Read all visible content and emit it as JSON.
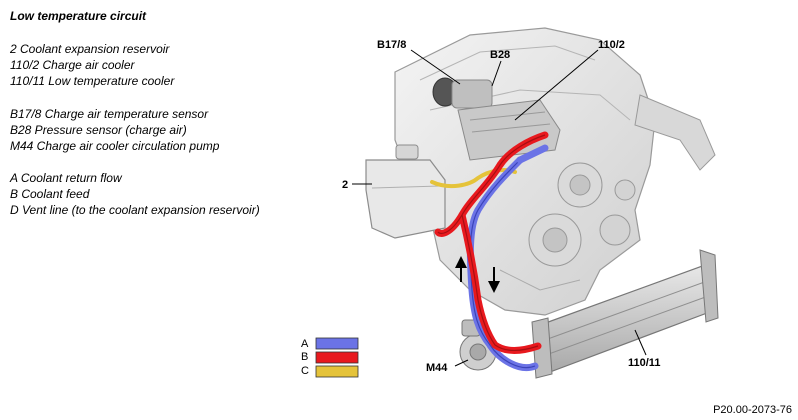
{
  "title": "Low temperature circuit",
  "components": [
    "2 Coolant expansion reservoir",
    "110/2 Charge air cooler",
    "110/11 Low temperature cooler"
  ],
  "sensors": [
    "B17/8 Charge air temperature sensor",
    "B28 Pressure sensor (charge air)",
    "M44 Charge air cooler circulation pump"
  ],
  "lines": [
    "A Coolant return flow",
    "B Coolant feed",
    "D Vent line (to the coolant expansion reservoir)"
  ],
  "callouts": {
    "b17_8": "B17/8",
    "b28": "B28",
    "c110_2": "110/2",
    "c2": "2",
    "m44": "M44",
    "c110_11": "110/11"
  },
  "key": [
    {
      "letter": "A",
      "color": "#6b73e6"
    },
    {
      "letter": "B",
      "color": "#e8191e"
    },
    {
      "letter": "C",
      "color": "#e5c33a"
    }
  ],
  "doc_id": "P20.00-2073-76"
}
